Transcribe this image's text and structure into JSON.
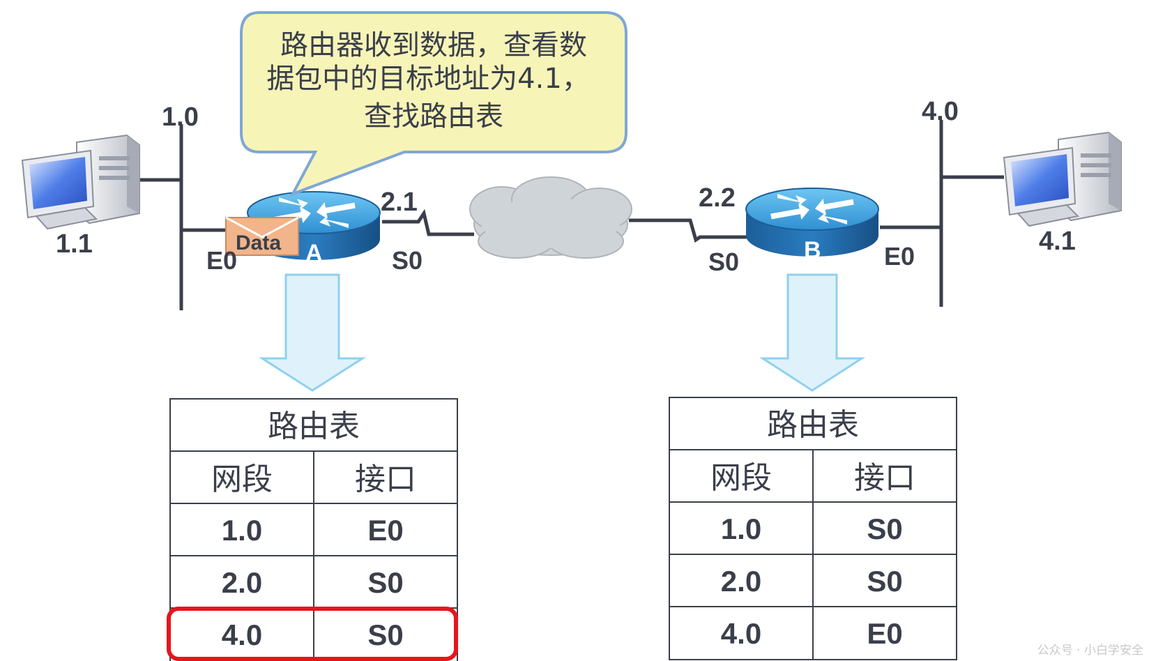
{
  "callout": {
    "lines": [
      "路由器收到数据，查看数",
      "据包中的目标地址为4.1，",
      "查找路由表"
    ]
  },
  "network": {
    "left_segment_label": "1.0",
    "right_segment_label": "4.0",
    "left_host_label": "1.1",
    "right_host_label": "4.1",
    "router_a": {
      "name": "A",
      "e0": "E0",
      "s0": "S0",
      "serial_ip": "2.1"
    },
    "router_b": {
      "name": "B",
      "e0": "E0",
      "s0": "S0",
      "serial_ip": "2.2"
    },
    "packet_label": "Data"
  },
  "tables": [
    {
      "title": "路由表",
      "headers": [
        "网段",
        "接口"
      ],
      "rows": [
        [
          "1.0",
          "E0"
        ],
        [
          "2.0",
          "S0"
        ],
        [
          "4.0",
          "S0"
        ]
      ],
      "highlight_row": 2
    },
    {
      "title": "路由表",
      "headers": [
        "网段",
        "接口"
      ],
      "rows": [
        [
          "1.0",
          "S0"
        ],
        [
          "2.0",
          "S0"
        ],
        [
          "4.0",
          "E0"
        ]
      ],
      "highlight_row": null
    }
  ],
  "colors": {
    "highlight": "#e8141c",
    "line": "#3a3f4a",
    "router_top": "#5ab4e8",
    "router_side": "#1f6fae",
    "callout_fill": "#f7f4b8",
    "callout_stroke": "#7fa7d6",
    "cloud": "#cfd4d8",
    "arrow_fill": "#dff2fc",
    "arrow_stroke": "#8fd0f0",
    "packet": "#f2b48a"
  },
  "watermark": "公众号 · 小白学安全"
}
